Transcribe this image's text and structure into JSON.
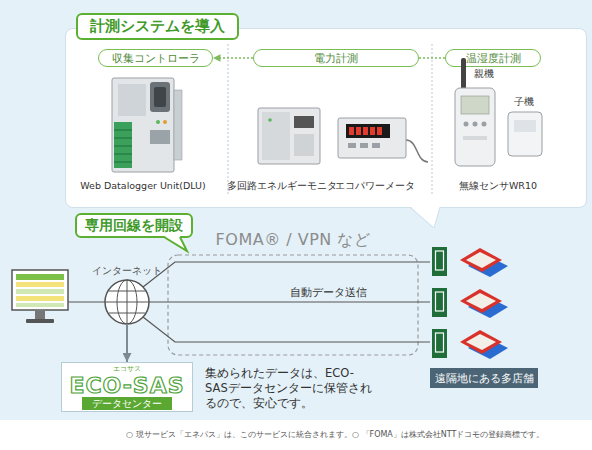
{
  "diagram": {
    "nodes": [
      {
        "text": [
          "計測システムを導入"
        ]
      },
      {
        "text": [
          "収集コントローラ"
        ],
        "in": 0
      },
      {
        "text": [
          "電力計測"
        ],
        "in": 0
      },
      {
        "text": [
          "温湿度計測"
        ],
        "in": 0
      },
      {
        "text": [
          "Web Datalogger Unit(DLU)"
        ],
        "in": 0
      },
      {
        "text": [
          "多回路エネルギーモニタ"
        ],
        "in": 0
      },
      {
        "text": [
          "エコパワーメータ"
        ],
        "in": 0
      },
      {
        "text": [
          "無線センサWR10"
        ],
        "in": 0
      },
      {
        "text": [
          "専用回線を開設"
        ]
      },
      {
        "text": [
          "FOMA® / VPN など"
        ]
      },
      {
        "text": [
          "インターネット"
        ]
      },
      {
        "text": [
          "遠隔地にある多店舗"
        ]
      },
      {
        "text": [
          "エコサス",
          "ECO-SAS",
          "データセンター"
        ]
      }
    ],
    "edges": [
      {
        "from": 2,
        "to": 1,
        "arrow": "to"
      },
      {
        "from": 3,
        "to": 2,
        "arrow": "none"
      },
      {
        "from": 10,
        "to": 12,
        "arrow": "to"
      }
    ],
    "labels": [
      "親機",
      "子機",
      "自動データ送信",
      "集められたデータは、ECO-SASデータセンターに保管されるので、安心です。",
      "○ 現サービス「エネパス」は、このサービスに統合されます。",
      "○ 「FOMA」は株式会社NTTドコモの登録商標です。"
    ]
  }
}
